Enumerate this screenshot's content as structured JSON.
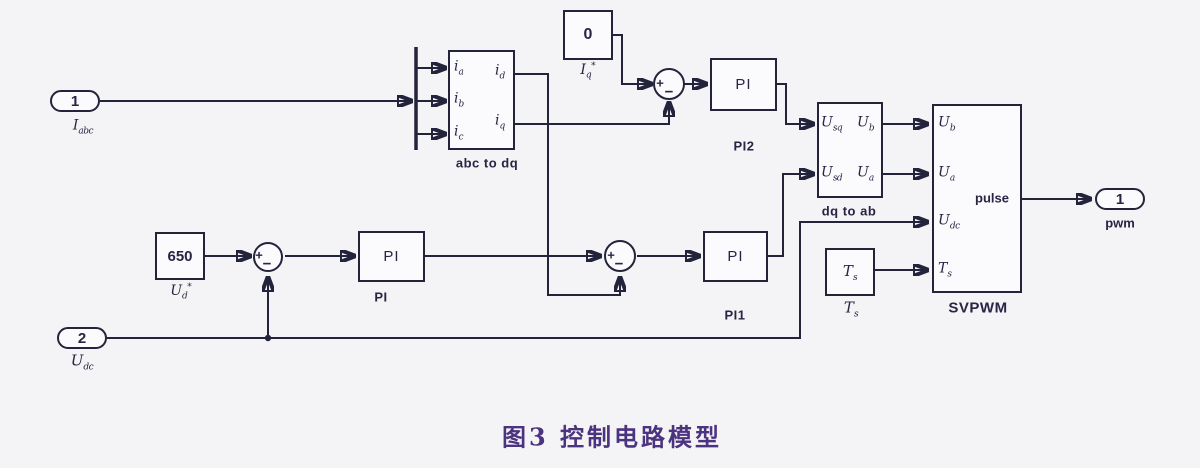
{
  "caption": "图3  控制电路模型",
  "signs": {
    "plus": "+",
    "minus": "−"
  },
  "ports": {
    "iabc": {
      "number": "1",
      "base": "I",
      "sub": "abc"
    },
    "udc": {
      "number": "2",
      "base": "U",
      "sub": "dc"
    },
    "pwm": {
      "number": "1",
      "label": "pwm"
    }
  },
  "constants": {
    "iq_ref": {
      "value": "0",
      "base": "I",
      "sub": "q",
      "sup": "*"
    },
    "ud_ref": {
      "value": "650",
      "base": "U",
      "sub": "d",
      "sup": "*"
    },
    "ts": {
      "value_base": "T",
      "value_sub": "s",
      "label_base": "T",
      "label_sub": "s"
    }
  },
  "abc2dq": {
    "caption": "abc to dq",
    "in": [
      {
        "base": "i",
        "sub": "a"
      },
      {
        "base": "i",
        "sub": "b"
      },
      {
        "base": "i",
        "sub": "c"
      }
    ],
    "out": [
      {
        "base": "i",
        "sub": "d"
      },
      {
        "base": "i",
        "sub": "q"
      }
    ]
  },
  "pi": {
    "pi2": {
      "text": "PI",
      "caption": "PI2"
    },
    "pi_mid": {
      "text": "PI",
      "caption": "PI"
    },
    "pi1": {
      "text": "PI",
      "caption": "PI1"
    }
  },
  "dq2ab": {
    "caption": "dq to ab",
    "rows": [
      {
        "in": {
          "base": "U",
          "sub": "sq"
        },
        "out": {
          "base": "U",
          "sub": "b"
        }
      },
      {
        "in": {
          "base": "U",
          "sub": "sd"
        },
        "out": {
          "base": "U",
          "sub": "a"
        }
      }
    ]
  },
  "svpwm": {
    "caption": "SVPWM",
    "inputs": [
      {
        "base": "U",
        "sub": "b"
      },
      {
        "base": "U",
        "sub": "a"
      },
      {
        "base": "U",
        "sub": "dc"
      },
      {
        "base": "T",
        "sub": "s"
      }
    ],
    "output": "pulse"
  },
  "colors": {
    "line": "#23233c",
    "text": "#2a2344",
    "caption": "#4b3380",
    "background": "#f4f4f6"
  }
}
